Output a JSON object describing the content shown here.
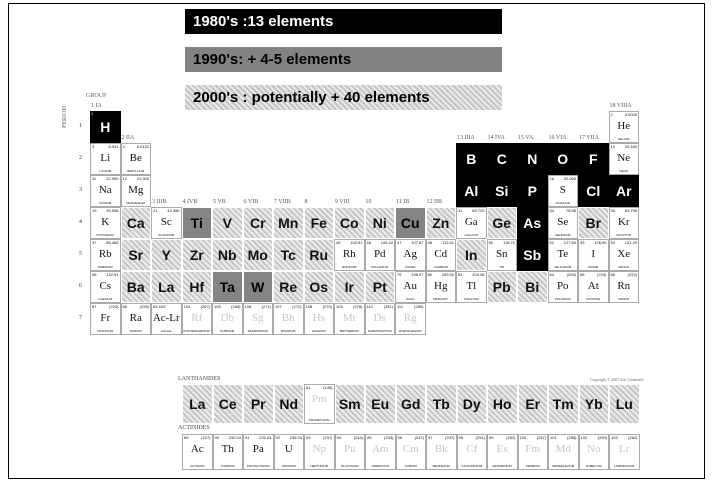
{
  "legend": {
    "modern": "1980's :13 elements",
    "dark": "1990's: + 4-5 elements",
    "hatch": "2000's : potentially + 40 elements"
  },
  "labels": {
    "group": "GROUP",
    "period": "PERIOD",
    "lanthanides": "LANTHANIDES",
    "actinides": "ACTINIDES",
    "copyright": "Copyright © 2007 Eric Generalić"
  },
  "group_labels": [
    "1 IA",
    "2 IIA",
    "3 IIIB",
    "4 IVB",
    "5 VB",
    "6 VIB",
    "7 VIIB",
    "8",
    "9 VIII",
    "10",
    "11 IB",
    "12 IIB",
    "13 IIIA",
    "14 IVA",
    "15 VA",
    "16 VIA",
    "17 VIIA",
    "18 VIIIA"
  ],
  "period_labels": [
    "1",
    "2",
    "3",
    "4",
    "5",
    "6",
    "7"
  ],
  "main_elements": [
    {
      "c": 1,
      "r": 1,
      "n": "1",
      "s": "H",
      "nm": "",
      "m": "",
      "st": "modern"
    },
    {
      "c": 18,
      "r": 1,
      "n": "2",
      "s": "He",
      "nm": "HELIUM",
      "m": "4.0026",
      "st": "plain"
    },
    {
      "c": 1,
      "r": 2,
      "n": "3",
      "s": "Li",
      "nm": "LITHIUM",
      "m": "6.941",
      "st": "plain"
    },
    {
      "c": 2,
      "r": 2,
      "n": "4",
      "s": "Be",
      "nm": "BERYLLIUM",
      "m": "9.0122",
      "st": "plain"
    },
    {
      "c": 13,
      "r": 2,
      "n": "",
      "s": "B",
      "nm": "",
      "m": "",
      "st": "modern"
    },
    {
      "c": 14,
      "r": 2,
      "n": "",
      "s": "C",
      "nm": "",
      "m": "",
      "st": "modern"
    },
    {
      "c": 15,
      "r": 2,
      "n": "",
      "s": "N",
      "nm": "",
      "m": "",
      "st": "modern"
    },
    {
      "c": 16,
      "r": 2,
      "n": "",
      "s": "O",
      "nm": "",
      "m": "",
      "st": "modern"
    },
    {
      "c": 17,
      "r": 2,
      "n": "",
      "s": "F",
      "nm": "",
      "m": "",
      "st": "modern"
    },
    {
      "c": 18,
      "r": 2,
      "n": "10",
      "s": "Ne",
      "nm": "NEON",
      "m": "20.180",
      "st": "plain"
    },
    {
      "c": 1,
      "r": 3,
      "n": "11",
      "s": "Na",
      "nm": "SODIUM",
      "m": "22.990",
      "st": "plain"
    },
    {
      "c": 2,
      "r": 3,
      "n": "12",
      "s": "Mg",
      "nm": "MAGNESIUM",
      "m": "24.305",
      "st": "plain"
    },
    {
      "c": 13,
      "r": 3,
      "n": "",
      "s": "Al",
      "nm": "",
      "m": "",
      "st": "modern"
    },
    {
      "c": 14,
      "r": 3,
      "n": "",
      "s": "Si",
      "nm": "",
      "m": "",
      "st": "modern"
    },
    {
      "c": 15,
      "r": 3,
      "n": "",
      "s": "P",
      "nm": "",
      "m": "",
      "st": "modern"
    },
    {
      "c": 16,
      "r": 3,
      "n": "16",
      "s": "S",
      "nm": "SULPHUR",
      "m": "32.065",
      "st": "plain"
    },
    {
      "c": 17,
      "r": 3,
      "n": "",
      "s": "Cl",
      "nm": "",
      "m": "",
      "st": "modern"
    },
    {
      "c": 18,
      "r": 3,
      "n": "",
      "s": "Ar",
      "nm": "",
      "m": "",
      "st": "modern"
    },
    {
      "c": 1,
      "r": 4,
      "n": "19",
      "s": "K",
      "nm": "POTASSIUM",
      "m": "39.098",
      "st": "plain"
    },
    {
      "c": 2,
      "r": 4,
      "n": "",
      "s": "Ca",
      "nm": "",
      "m": "",
      "st": "hatch"
    },
    {
      "c": 3,
      "r": 4,
      "n": "21",
      "s": "Sc",
      "nm": "SCANDIUM",
      "m": "44.956",
      "st": "plain"
    },
    {
      "c": 4,
      "r": 4,
      "n": "",
      "s": "Ti",
      "nm": "",
      "m": "",
      "st": "dark"
    },
    {
      "c": 5,
      "r": 4,
      "n": "",
      "s": "V",
      "nm": "",
      "m": "",
      "st": "hatch"
    },
    {
      "c": 6,
      "r": 4,
      "n": "",
      "s": "Cr",
      "nm": "",
      "m": "",
      "st": "hatch"
    },
    {
      "c": 7,
      "r": 4,
      "n": "",
      "s": "Mn",
      "nm": "",
      "m": "",
      "st": "hatch"
    },
    {
      "c": 8,
      "r": 4,
      "n": "",
      "s": "Fe",
      "nm": "",
      "m": "",
      "st": "hatch"
    },
    {
      "c": 9,
      "r": 4,
      "n": "",
      "s": "Co",
      "nm": "",
      "m": "",
      "st": "hatch"
    },
    {
      "c": 10,
      "r": 4,
      "n": "",
      "s": "Ni",
      "nm": "",
      "m": "",
      "st": "hatch"
    },
    {
      "c": 11,
      "r": 4,
      "n": "",
      "s": "Cu",
      "nm": "",
      "m": "",
      "st": "dark"
    },
    {
      "c": 12,
      "r": 4,
      "n": "",
      "s": "Zn",
      "nm": "",
      "m": "",
      "st": "hatch"
    },
    {
      "c": 13,
      "r": 4,
      "n": "31",
      "s": "Ga",
      "nm": "GALLIUM",
      "m": "69.723",
      "st": "plain"
    },
    {
      "c": 14,
      "r": 4,
      "n": "",
      "s": "Ge",
      "nm": "",
      "m": "",
      "st": "hatch"
    },
    {
      "c": 15,
      "r": 4,
      "n": "",
      "s": "As",
      "nm": "",
      "m": "",
      "st": "modern"
    },
    {
      "c": 16,
      "r": 4,
      "n": "34",
      "s": "Se",
      "nm": "SELENIUM",
      "m": "78.96",
      "st": "plain"
    },
    {
      "c": 17,
      "r": 4,
      "n": "",
      "s": "Br",
      "nm": "",
      "m": "",
      "st": "hatch"
    },
    {
      "c": 18,
      "r": 4,
      "n": "36",
      "s": "Kr",
      "nm": "KRYPTON",
      "m": "83.798",
      "st": "plain"
    },
    {
      "c": 1,
      "r": 5,
      "n": "37",
      "s": "Rb",
      "nm": "RUBIDIUM",
      "m": "85.468",
      "st": "plain"
    },
    {
      "c": 2,
      "r": 5,
      "n": "",
      "s": "Sr",
      "nm": "",
      "m": "",
      "st": "hatch"
    },
    {
      "c": 3,
      "r": 5,
      "n": "",
      "s": "Y",
      "nm": "",
      "m": "",
      "st": "hatch"
    },
    {
      "c": 4,
      "r": 5,
      "n": "",
      "s": "Zr",
      "nm": "",
      "m": "",
      "st": "hatch"
    },
    {
      "c": 5,
      "r": 5,
      "n": "",
      "s": "Nb",
      "nm": "",
      "m": "",
      "st": "hatch"
    },
    {
      "c": 6,
      "r": 5,
      "n": "",
      "s": "Mo",
      "nm": "",
      "m": "",
      "st": "hatch"
    },
    {
      "c": 7,
      "r": 5,
      "n": "",
      "s": "Tc",
      "nm": "",
      "m": "",
      "st": "hatch"
    },
    {
      "c": 8,
      "r": 5,
      "n": "",
      "s": "Ru",
      "nm": "",
      "m": "",
      "st": "hatch"
    },
    {
      "c": 9,
      "r": 5,
      "n": "45",
      "s": "Rh",
      "nm": "RHODIUM",
      "m": "102.91",
      "st": "plain"
    },
    {
      "c": 10,
      "r": 5,
      "n": "46",
      "s": "Pd",
      "nm": "PALLADIUM",
      "m": "106.42",
      "st": "plain"
    },
    {
      "c": 11,
      "r": 5,
      "n": "47",
      "s": "Ag",
      "nm": "SILVER",
      "m": "107.87",
      "st": "plain"
    },
    {
      "c": 12,
      "r": 5,
      "n": "48",
      "s": "Cd",
      "nm": "CADMIUM",
      "m": "112.41",
      "st": "plain"
    },
    {
      "c": 13,
      "r": 5,
      "n": "",
      "s": "In",
      "nm": "",
      "m": "",
      "st": "hatch"
    },
    {
      "c": 14,
      "r": 5,
      "n": "50",
      "s": "Sn",
      "nm": "TIN",
      "m": "118.71",
      "st": "plain"
    },
    {
      "c": 15,
      "r": 5,
      "n": "",
      "s": "Sb",
      "nm": "",
      "m": "",
      "st": "modern"
    },
    {
      "c": 16,
      "r": 5,
      "n": "52",
      "s": "Te",
      "nm": "TELLURIUM",
      "m": "127.60",
      "st": "plain"
    },
    {
      "c": 17,
      "r": 5,
      "n": "53",
      "s": "I",
      "nm": "IODINE",
      "m": "126.90",
      "st": "plain"
    },
    {
      "c": 18,
      "r": 5,
      "n": "54",
      "s": "Xe",
      "nm": "XENON",
      "m": "131.29",
      "st": "plain"
    },
    {
      "c": 1,
      "r": 6,
      "n": "55",
      "s": "Cs",
      "nm": "CAESIUM",
      "m": "132.91",
      "st": "plain"
    },
    {
      "c": 2,
      "r": 6,
      "n": "",
      "s": "Ba",
      "nm": "",
      "m": "",
      "st": "hatch"
    },
    {
      "c": 3,
      "r": 6,
      "n": "",
      "s": "La",
      "nm": "",
      "m": "",
      "st": "hatch"
    },
    {
      "c": 4,
      "r": 6,
      "n": "",
      "s": "Hf",
      "nm": "",
      "m": "",
      "st": "hatch"
    },
    {
      "c": 5,
      "r": 6,
      "n": "",
      "s": "Ta",
      "nm": "",
      "m": "",
      "st": "dark"
    },
    {
      "c": 6,
      "r": 6,
      "n": "",
      "s": "W",
      "nm": "",
      "m": "",
      "st": "dark"
    },
    {
      "c": 7,
      "r": 6,
      "n": "",
      "s": "Re",
      "nm": "",
      "m": "",
      "st": "hatch"
    },
    {
      "c": 8,
      "r": 6,
      "n": "",
      "s": "Os",
      "nm": "",
      "m": "",
      "st": "hatch"
    },
    {
      "c": 9,
      "r": 6,
      "n": "",
      "s": "Ir",
      "nm": "",
      "m": "",
      "st": "hatch"
    },
    {
      "c": 10,
      "r": 6,
      "n": "",
      "s": "Pt",
      "nm": "",
      "m": "",
      "st": "hatch"
    },
    {
      "c": 11,
      "r": 6,
      "n": "79",
      "s": "Au",
      "nm": "GOLD",
      "m": "196.97",
      "st": "plain"
    },
    {
      "c": 12,
      "r": 6,
      "n": "80",
      "s": "Hg",
      "nm": "MERCURY",
      "m": "200.59",
      "st": "plain"
    },
    {
      "c": 13,
      "r": 6,
      "n": "81",
      "s": "Tl",
      "nm": "THALLIUM",
      "m": "204.38",
      "st": "plain"
    },
    {
      "c": 14,
      "r": 6,
      "n": "",
      "s": "Pb",
      "nm": "",
      "m": "",
      "st": "hatch"
    },
    {
      "c": 15,
      "r": 6,
      "n": "",
      "s": "Bi",
      "nm": "",
      "m": "",
      "st": "hatch"
    },
    {
      "c": 16,
      "r": 6,
      "n": "84",
      "s": "Po",
      "nm": "POLONIUM",
      "m": "(209)",
      "st": "plain"
    },
    {
      "c": 17,
      "r": 6,
      "n": "85",
      "s": "At",
      "nm": "ASTATINE",
      "m": "(210)",
      "st": "plain"
    },
    {
      "c": 18,
      "r": 6,
      "n": "86",
      "s": "Rn",
      "nm": "RADON",
      "m": "(222)",
      "st": "plain"
    },
    {
      "c": 1,
      "r": 7,
      "n": "87",
      "s": "Fr",
      "nm": "FRANCIUM",
      "m": "(223)",
      "st": "plain"
    },
    {
      "c": 2,
      "r": 7,
      "n": "88",
      "s": "Ra",
      "nm": "RADIUM",
      "m": "(226)",
      "st": "plain"
    },
    {
      "c": 3,
      "r": 7,
      "n": "89-103",
      "s": "Ac-Lr",
      "nm": "Actinide",
      "m": "",
      "st": "plain"
    },
    {
      "c": 4,
      "r": 7,
      "n": "104",
      "s": "Rf",
      "nm": "RUTHERFORDIUM",
      "m": "(267)",
      "st": "pending"
    },
    {
      "c": 5,
      "r": 7,
      "n": "105",
      "s": "Db",
      "nm": "DUBNIUM",
      "m": "(268)",
      "st": "pending"
    },
    {
      "c": 6,
      "r": 7,
      "n": "106",
      "s": "Sg",
      "nm": "SEABORGIUM",
      "m": "(271)",
      "st": "pending"
    },
    {
      "c": 7,
      "r": 7,
      "n": "107",
      "s": "Bh",
      "nm": "BOHRIUM",
      "m": "(272)",
      "st": "pending"
    },
    {
      "c": 8,
      "r": 7,
      "n": "108",
      "s": "Hs",
      "nm": "HASSIUM",
      "m": "(270)",
      "st": "pending"
    },
    {
      "c": 9,
      "r": 7,
      "n": "109",
      "s": "Mt",
      "nm": "MEITNERIUM",
      "m": "(276)",
      "st": "pending"
    },
    {
      "c": 10,
      "r": 7,
      "n": "110",
      "s": "Ds",
      "nm": "DARMSTADTIUM",
      "m": "(281)",
      "st": "pending"
    },
    {
      "c": 11,
      "r": 7,
      "n": "111",
      "s": "Rg",
      "nm": "ROENTGENIUM",
      "m": "(280)",
      "st": "pending"
    }
  ],
  "lanthanides": [
    {
      "n": "",
      "s": "La",
      "nm": "",
      "m": "",
      "st": "hatch"
    },
    {
      "n": "",
      "s": "Ce",
      "nm": "",
      "m": "",
      "st": "hatch"
    },
    {
      "n": "",
      "s": "Pr",
      "nm": "",
      "m": "",
      "st": "hatch"
    },
    {
      "n": "",
      "s": "Nd",
      "nm": "",
      "m": "",
      "st": "hatch"
    },
    {
      "n": "61",
      "s": "Pm",
      "nm": "PROMETHIUM",
      "m": "(145)",
      "st": "pending"
    },
    {
      "n": "",
      "s": "Sm",
      "nm": "",
      "m": "",
      "st": "hatch"
    },
    {
      "n": "",
      "s": "Eu",
      "nm": "",
      "m": "",
      "st": "hatch"
    },
    {
      "n": "",
      "s": "Gd",
      "nm": "",
      "m": "",
      "st": "hatch"
    },
    {
      "n": "",
      "s": "Tb",
      "nm": "",
      "m": "",
      "st": "hatch"
    },
    {
      "n": "",
      "s": "Dy",
      "nm": "",
      "m": "",
      "st": "hatch"
    },
    {
      "n": "",
      "s": "Ho",
      "nm": "",
      "m": "",
      "st": "hatch"
    },
    {
      "n": "",
      "s": "Er",
      "nm": "",
      "m": "",
      "st": "hatch"
    },
    {
      "n": "",
      "s": "Tm",
      "nm": "",
      "m": "",
      "st": "hatch"
    },
    {
      "n": "",
      "s": "Yb",
      "nm": "",
      "m": "",
      "st": "hatch"
    },
    {
      "n": "",
      "s": "Lu",
      "nm": "",
      "m": "",
      "st": "hatch"
    }
  ],
  "actinides": [
    {
      "n": "89",
      "s": "Ac",
      "nm": "ACTINIUM",
      "m": "(227)",
      "st": "plain"
    },
    {
      "n": "90",
      "s": "Th",
      "nm": "THORIUM",
      "m": "232.04",
      "st": "plain"
    },
    {
      "n": "91",
      "s": "Pa",
      "nm": "PROTACTINIUM",
      "m": "231.04",
      "st": "plain"
    },
    {
      "n": "92",
      "s": "U",
      "nm": "URANIUM",
      "m": "238.03",
      "st": "plain"
    },
    {
      "n": "93",
      "s": "Np",
      "nm": "NEPTUNIUM",
      "m": "(237)",
      "st": "pending"
    },
    {
      "n": "94",
      "s": "Pu",
      "nm": "PLUTONIUM",
      "m": "(244)",
      "st": "pending"
    },
    {
      "n": "95",
      "s": "Am",
      "nm": "AMERICIUM",
      "m": "(243)",
      "st": "pending"
    },
    {
      "n": "96",
      "s": "Cm",
      "nm": "CURIUM",
      "m": "(247)",
      "st": "pending"
    },
    {
      "n": "97",
      "s": "Bk",
      "nm": "BERKELIUM",
      "m": "(247)",
      "st": "pending"
    },
    {
      "n": "98",
      "s": "Cf",
      "nm": "CALIFORNIUM",
      "m": "(251)",
      "st": "pending"
    },
    {
      "n": "99",
      "s": "Es",
      "nm": "EINSTEINIUM",
      "m": "(252)",
      "st": "pending"
    },
    {
      "n": "100",
      "s": "Fm",
      "nm": "FERMIUM",
      "m": "(257)",
      "st": "pending"
    },
    {
      "n": "101",
      "s": "Md",
      "nm": "MENDELEVIUM",
      "m": "(258)",
      "st": "pending"
    },
    {
      "n": "102",
      "s": "No",
      "nm": "NOBELIUM",
      "m": "(259)",
      "st": "pending"
    },
    {
      "n": "103",
      "s": "Lr",
      "nm": "LAWRENCIUM",
      "m": "(262)",
      "st": "pending"
    }
  ]
}
